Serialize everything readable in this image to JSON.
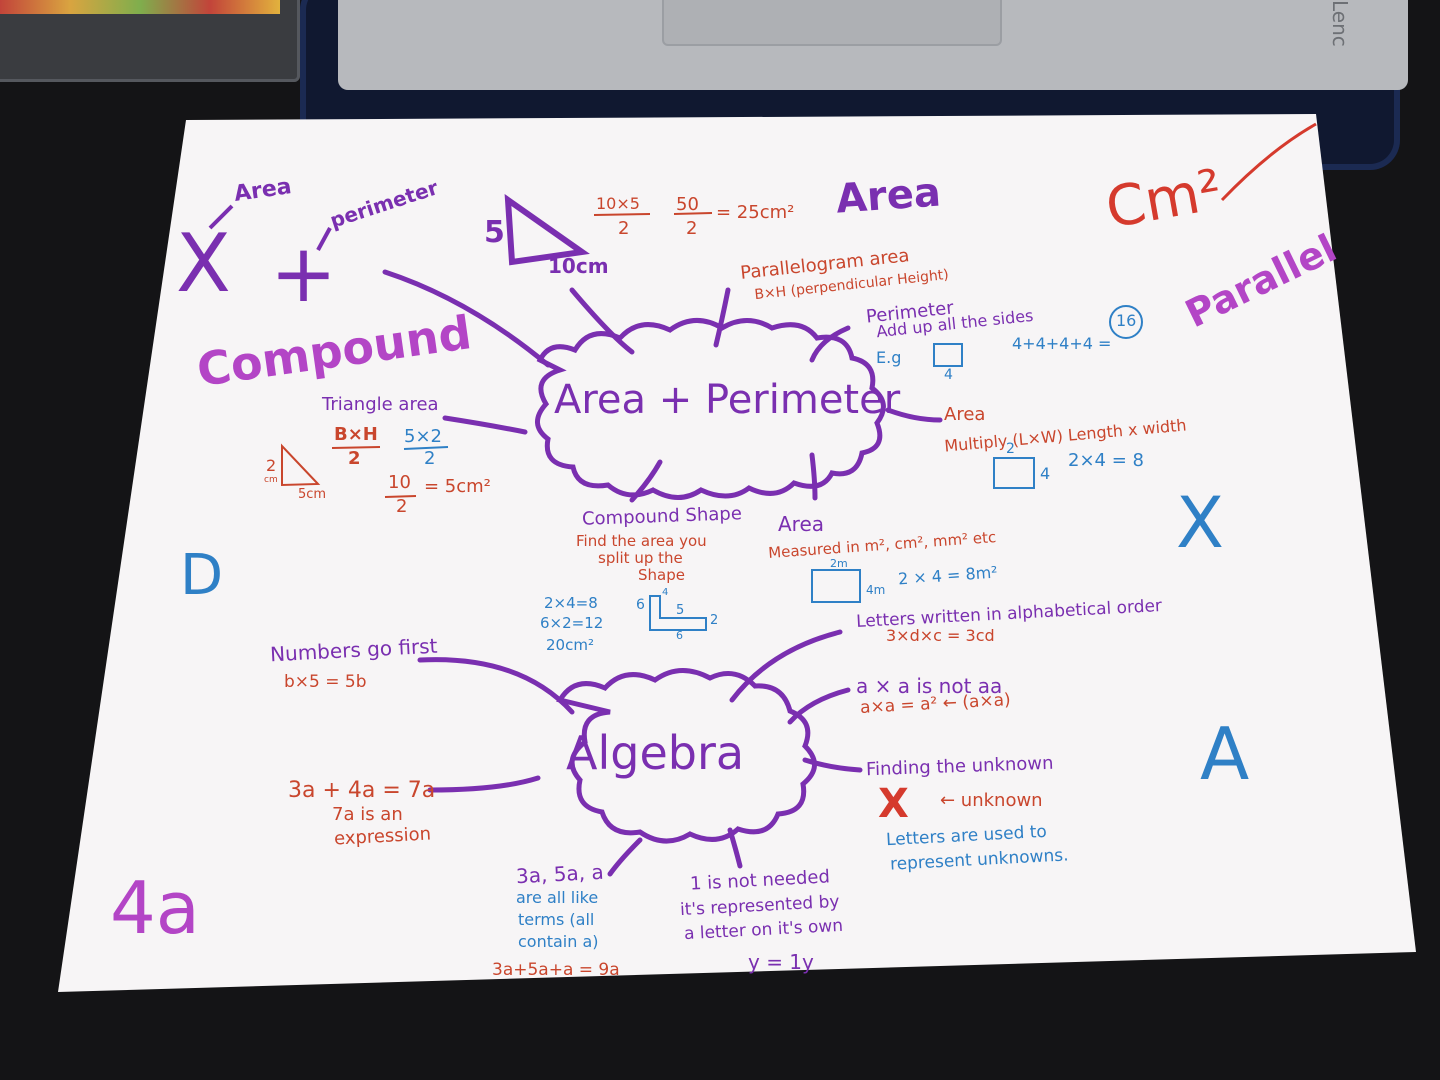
{
  "photo": {
    "laptop_brand": "Lenc",
    "paper_color": "#f7f5f6"
  },
  "colors": {
    "purple": "#7a2fb0",
    "magenta": "#b345c6",
    "orange": "#c9462d",
    "blue": "#2f80c6",
    "red": "#d53a2d"
  },
  "mind_map": {
    "top_center": "Area + Perimeter",
    "bottom_center": "Algebra",
    "corner_words": {
      "area": "Area",
      "perimeter": "perimeter",
      "times": "X",
      "plus": "+",
      "compound": "Compound",
      "area_right": "Area",
      "cm2": "Cm²",
      "parallel": "Parallel",
      "d": "D",
      "x": "X",
      "a": "A",
      "four_a": "4a"
    },
    "triangle_example": {
      "side": "5",
      "base": "10cm",
      "calc_num1": "10×5",
      "calc_den1": "2",
      "calc_num2": "50",
      "calc_den2": "2",
      "calc_result": "= 25cm²"
    },
    "parallelogram": {
      "title": "Parallelogram area",
      "formula": "B×H (perpendicular Height)"
    },
    "perimeter": {
      "title": "Perimeter",
      "rule": "Add up all the sides",
      "eg": "E.g",
      "side": "4",
      "sum": "4+4+4+4 =",
      "total": "16"
    },
    "area_rect": {
      "title": "Area",
      "rule": "Multiply (L×W) Length x width",
      "top": "2",
      "right": "4",
      "calc": "2×4 = 8"
    },
    "triangle_area": {
      "title": "Triangle area",
      "f_num": "B×H",
      "f_den": "2",
      "e_num": "5×2",
      "e_den": "2",
      "r_num": "10",
      "r_den": "2",
      "result": "= 5cm²",
      "h": "2",
      "h_unit": "cm",
      "b": "5cm"
    },
    "compound_shape": {
      "title": "Compound Shape",
      "line1": "Find the area you",
      "line2": "split up the",
      "line3": "Shape",
      "calc1": "2×4=8",
      "calc2": "6×2=12",
      "calc3": "20cm²",
      "d6": "6",
      "d4": "4",
      "d5": "5",
      "d2": "2",
      "d6b": "6"
    },
    "area_units": {
      "title": "Area",
      "rule": "Measured in m², cm², mm² etc",
      "top": "2m",
      "side": "4m",
      "calc": "2 × 4 = 8m²"
    },
    "numbers_first": {
      "title": "Numbers go first",
      "example": "b×5 = 5b"
    },
    "letters_order": {
      "title": "Letters written in alphabetical order",
      "example": "3×d×c = 3cd"
    },
    "a_times_a": {
      "title": "a × a is not aa",
      "example": "a×a = a² ← (a×a)"
    },
    "unknown": {
      "title": "Finding the unknown",
      "symbol": "X",
      "arrow_label": "← unknown",
      "line1": "Letters are used to",
      "line2": "represent unknowns."
    },
    "expression": {
      "calc": "3a + 4a = 7a",
      "line1": "7a is an",
      "line2": "expression"
    },
    "like_terms": {
      "terms": "3a, 5a, a",
      "line1": "are all like",
      "line2": "terms (all",
      "line3": "contain a)",
      "sum": "3a+5a+a = 9a"
    },
    "one_not_needed": {
      "line1": "1 is not needed",
      "line2": "it's represented by",
      "line3": "a letter on it's own",
      "example": "y = 1y"
    }
  }
}
